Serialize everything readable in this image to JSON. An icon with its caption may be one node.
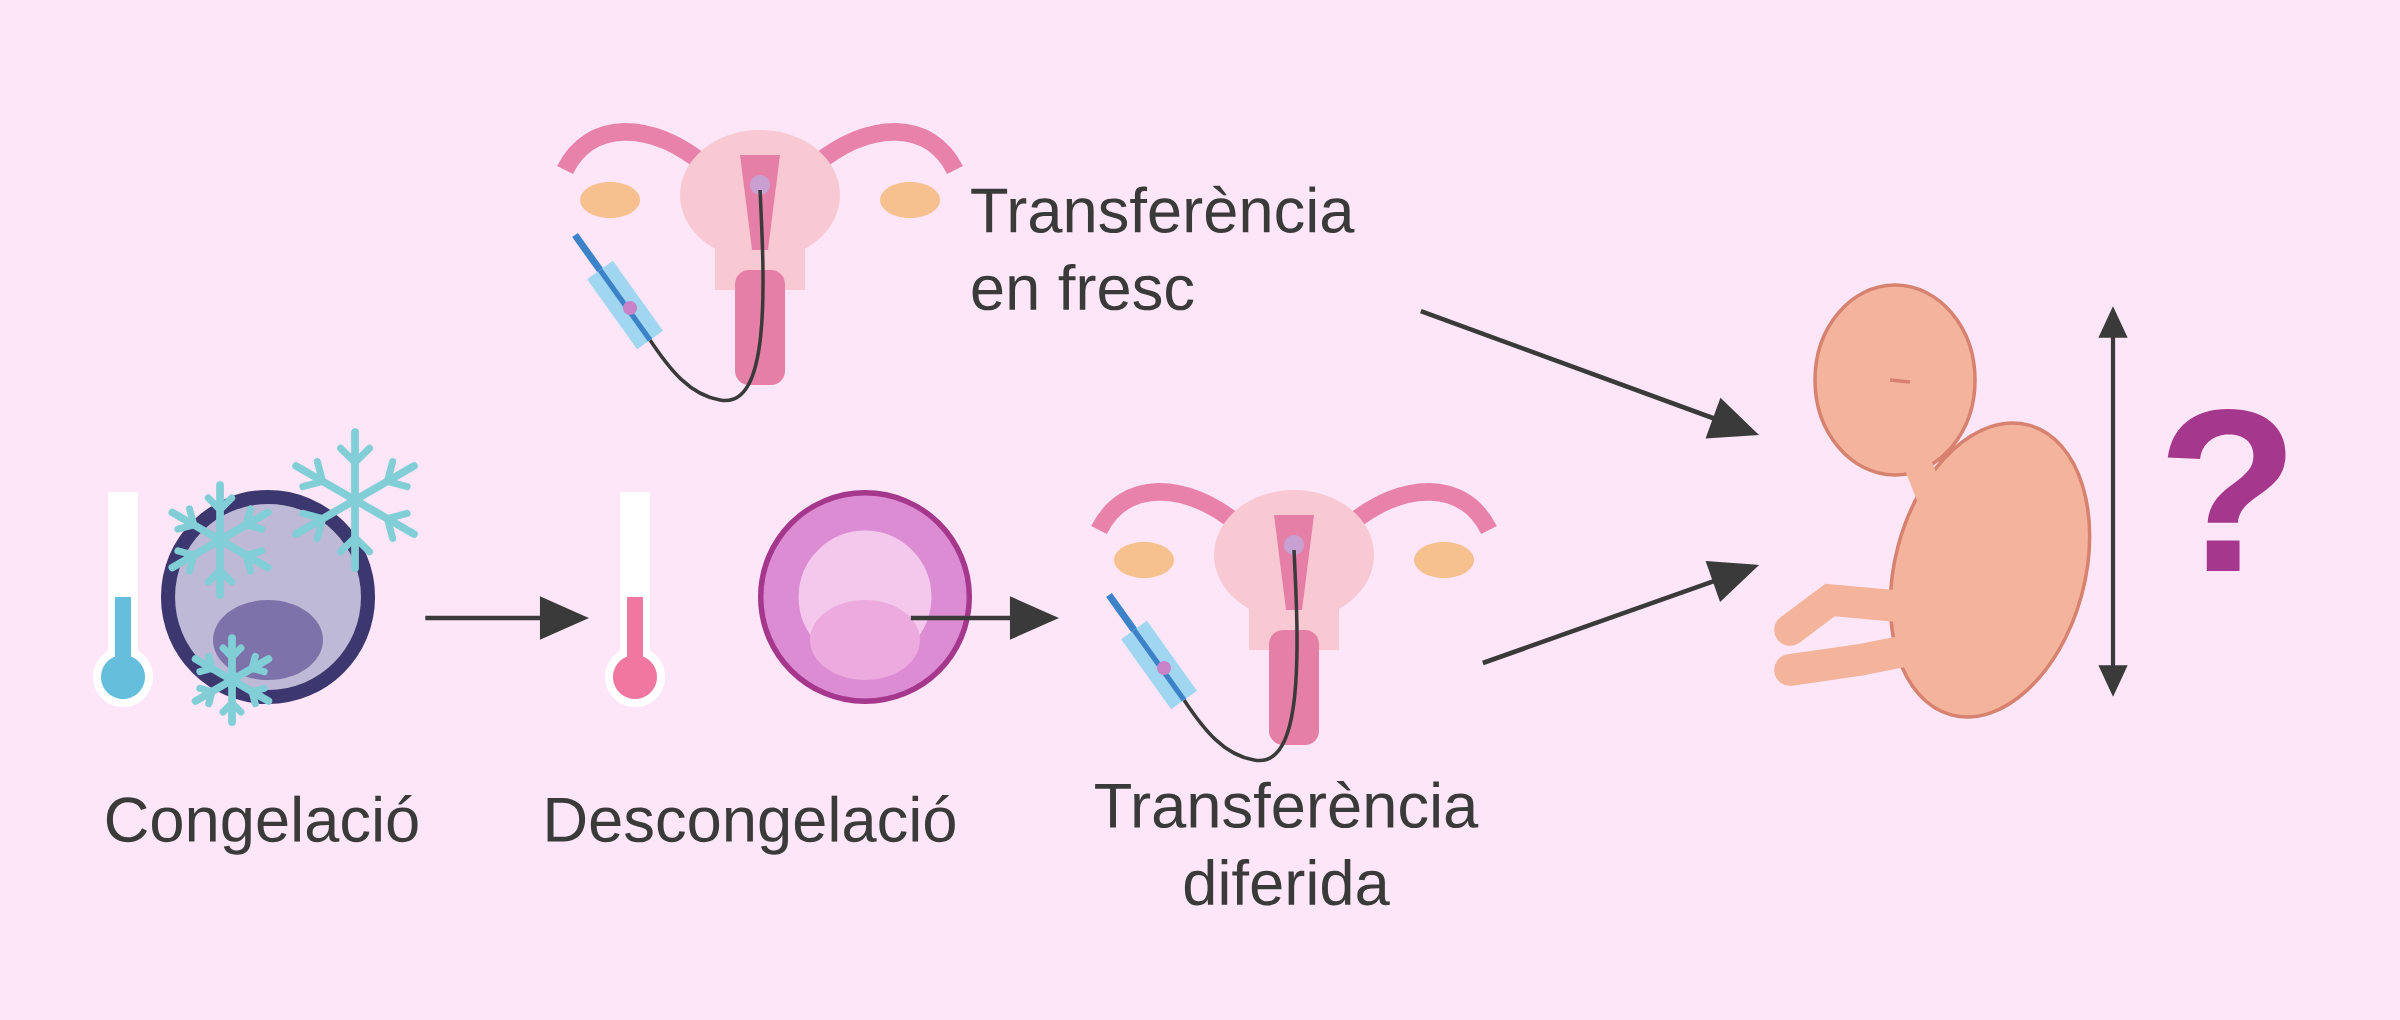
{
  "diagram": {
    "nodes": [
      {
        "text": [
          "Transferència en fresc"
        ]
      },
      {
        "text": [
          "Congelació"
        ]
      },
      {
        "text": [
          "Descongelació"
        ]
      },
      {
        "text": [
          "Transferència diferida"
        ]
      },
      {
        "text": [],
        "shape": "picture",
        "beside": [
          "?"
        ]
      }
    ],
    "edges": [
      {
        "from": 1,
        "to": 2,
        "arrow": "to"
      },
      {
        "from": 2,
        "to": 3,
        "arrow": "to"
      },
      {
        "from": 0,
        "to": 4,
        "arrow": "to"
      },
      {
        "from": 3,
        "to": 4,
        "arrow": "to"
      }
    ]
  }
}
